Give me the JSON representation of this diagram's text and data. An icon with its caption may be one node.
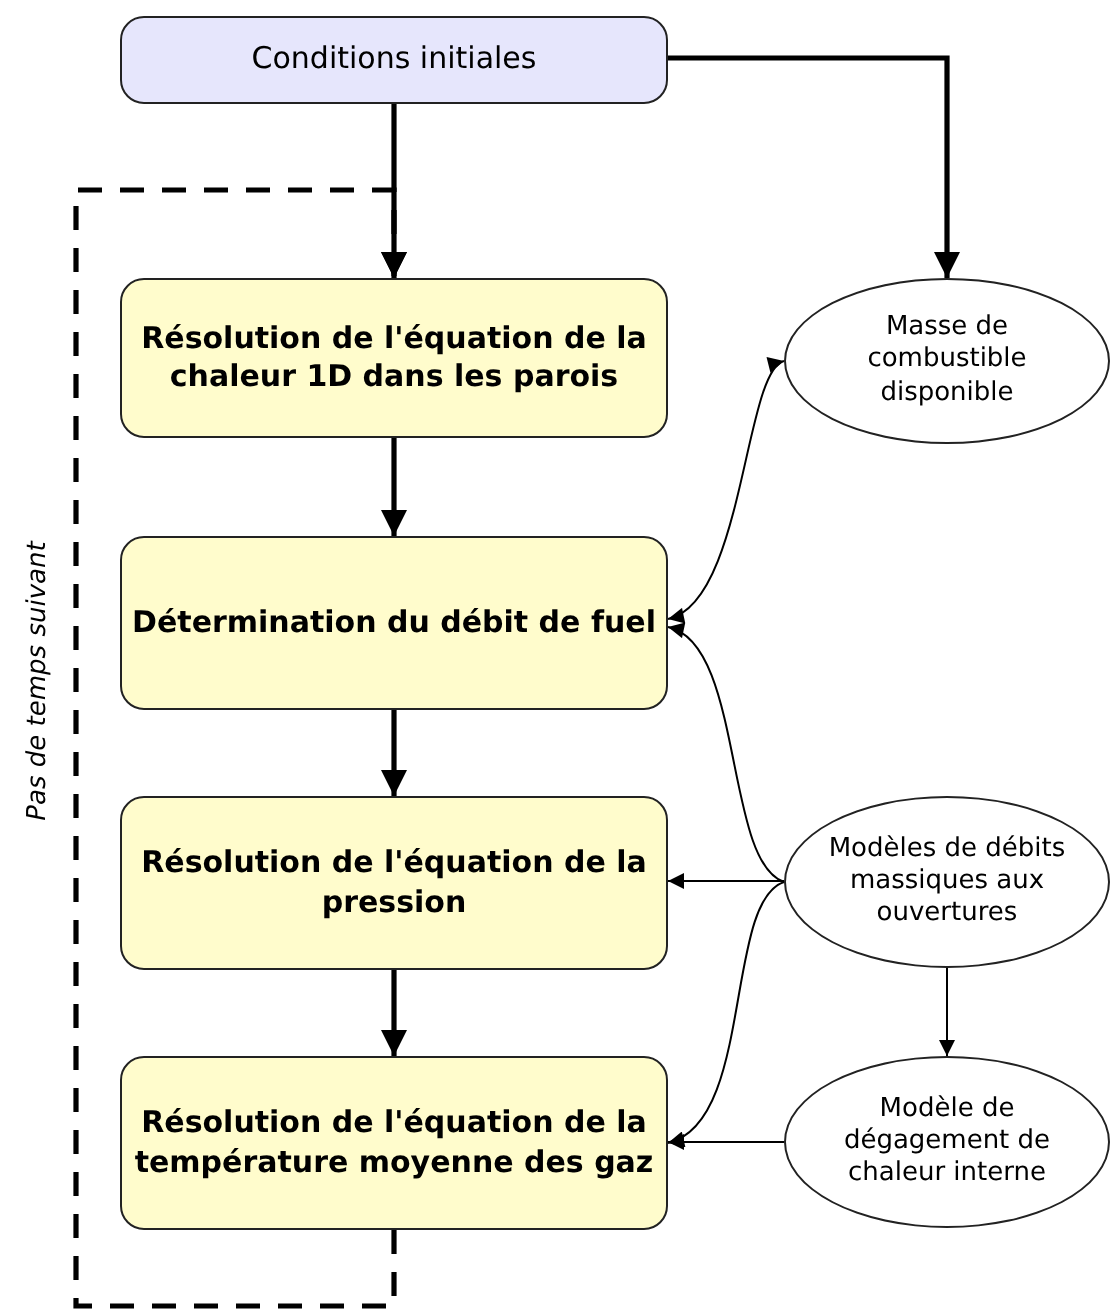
{
  "diagram": {
    "nodes": [
      {
        "text": [
          "Conditions initiales"
        ]
      },
      {
        "text": [
          "Résolution de l'équation de la chaleur 1D dans les parois"
        ]
      },
      {
        "text": [
          "Détermination du débit de fuel"
        ]
      },
      {
        "text": [
          "Résolution de l'équation de la pression"
        ]
      },
      {
        "text": [
          "Résolution de l'équation de la température moyenne des gaz"
        ]
      },
      {
        "text": [
          "Masse de combustible disponible"
        ]
      },
      {
        "text": [
          "Modèles de débits massiques aux ouvertures"
        ]
      },
      {
        "text": [
          "Modèle de dégagement de chaleur interne"
        ]
      }
    ],
    "edges": [
      {
        "from": 0,
        "to": 1,
        "arrow": "to",
        "style": "thick"
      },
      {
        "from": 0,
        "to": 5,
        "arrow": "to",
        "style": "thick"
      },
      {
        "from": 1,
        "to": 2,
        "arrow": "to",
        "style": "thick"
      },
      {
        "from": 2,
        "to": 3,
        "arrow": "to",
        "style": "thick"
      },
      {
        "from": 3,
        "to": 4,
        "arrow": "to",
        "style": "thick"
      },
      {
        "from": 4,
        "to": 1,
        "arrow": "to",
        "style": "dashed",
        "label": "Pas de temps suivant"
      },
      {
        "from": 5,
        "to": 2,
        "arrow": "both"
      },
      {
        "from": 6,
        "to": 2,
        "arrow": "to"
      },
      {
        "from": 6,
        "to": 3,
        "arrow": "to"
      },
      {
        "from": 6,
        "to": 4,
        "arrow": "to"
      },
      {
        "from": 6,
        "to": 7,
        "arrow": "to"
      },
      {
        "from": 7,
        "to": 4,
        "arrow": "to"
      }
    ]
  }
}
